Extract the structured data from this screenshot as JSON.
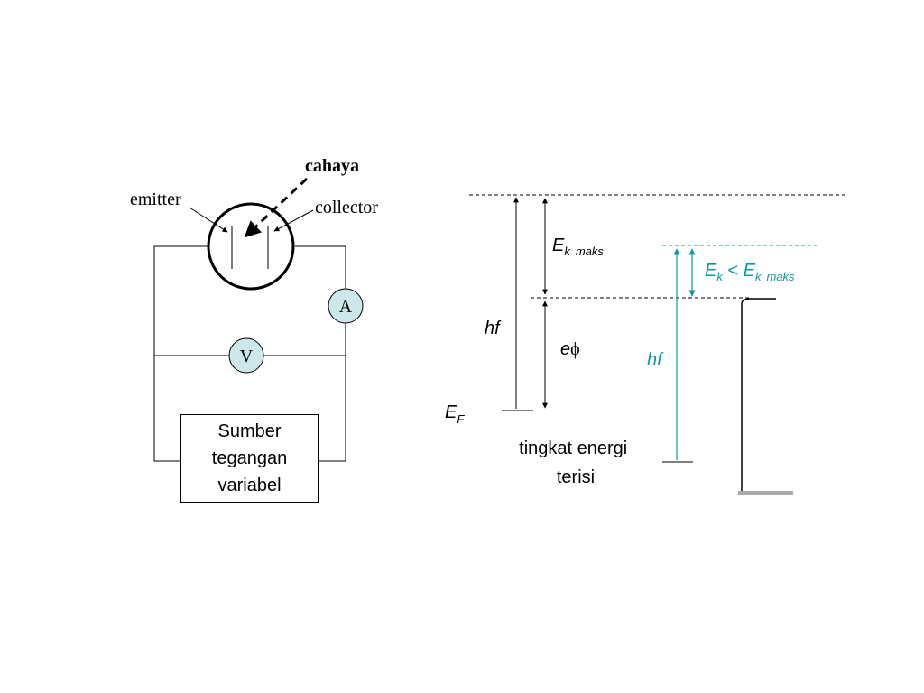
{
  "circuit": {
    "light_label": "cahaya",
    "emitter_label": "emitter",
    "collector_label": "collector",
    "ammeter_label": "A",
    "voltmeter_label": "V",
    "source_lines": [
      "Sumber",
      "tegangan",
      "variabel"
    ],
    "meter_fill": "#cce8ea"
  },
  "energy": {
    "hf_label": "hf",
    "ek_maks": {
      "E": "E",
      "sub": "k",
      "maks": "maks"
    },
    "ef_label": {
      "E": "E",
      "sub": "F"
    },
    "ephi": {
      "e": "e",
      "phi": "ϕ"
    },
    "filled_levels_lines": [
      "tingkat energi",
      "terisi"
    ],
    "teal_hf_label": "hf",
    "teal_ek": {
      "E1": "E",
      "sub1": "k",
      "lt": " < ",
      "E2": "E",
      "sub2": "k",
      "maks": "maks"
    },
    "teal_color": "#0e9a9a"
  }
}
